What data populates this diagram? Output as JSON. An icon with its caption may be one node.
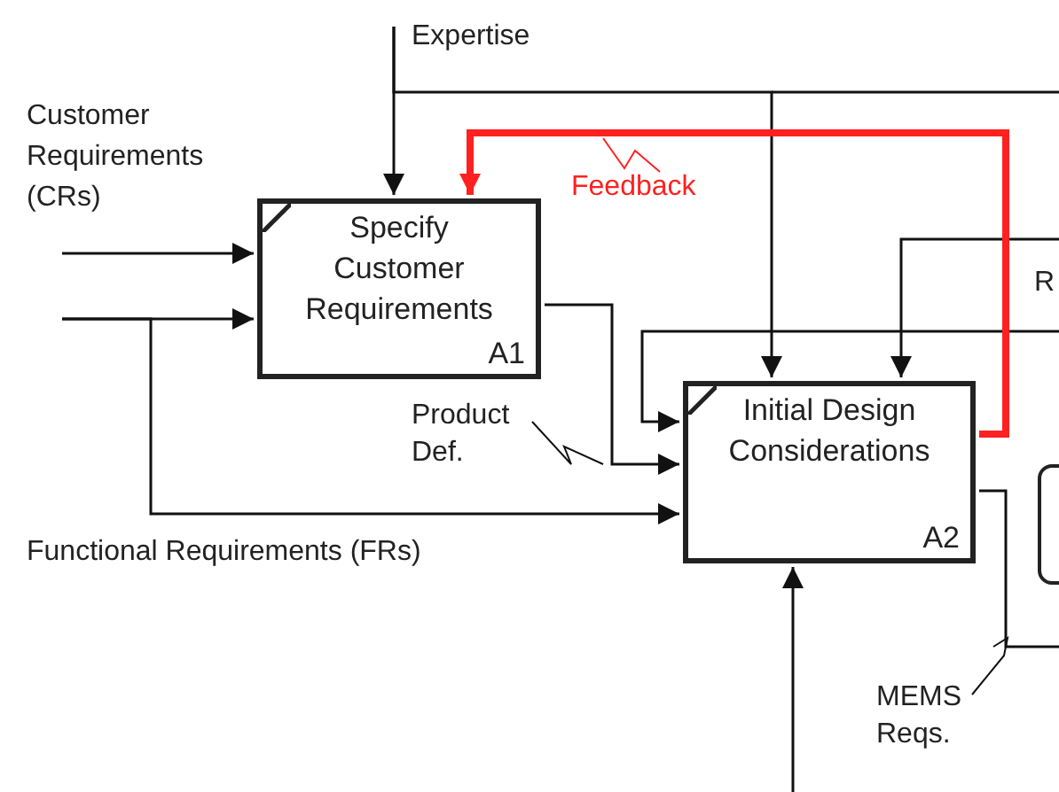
{
  "diagram": {
    "nodes": [
      {
        "text": [
          "Specify Customer Requirements",
          "A1"
        ]
      },
      {
        "text": [
          "Initial Design Considerations",
          "A2"
        ]
      },
      {
        "text": [],
        "shape": "box"
      }
    ],
    "edges": [
      {
        "from": null,
        "to": 0,
        "arrow": "to"
      },
      {
        "from": null,
        "to": 1,
        "arrow": "to"
      },
      {
        "from": null,
        "to": 0,
        "arrow": "to"
      },
      {
        "from": null,
        "to": 0,
        "arrow": "to"
      },
      {
        "from": null,
        "to": 1,
        "arrow": "to"
      },
      {
        "from": 0,
        "to": 1,
        "arrow": "to",
        "label": "Product Def."
      },
      {
        "from": null,
        "to": 1,
        "arrow": "to"
      },
      {
        "from": null,
        "to": 1,
        "arrow": "to"
      },
      {
        "from": 1,
        "to": 0,
        "arrow": "to",
        "label": "Feedback",
        "style": "thick",
        "color": "#ff2020"
      },
      {
        "from": null,
        "to": 1,
        "arrow": "to"
      },
      {
        "from": 1,
        "to": null,
        "arrow": "none",
        "label": "MEMS Reqs."
      }
    ],
    "labels": [
      "Expertise",
      "Customer Requirements (CRs)",
      "Functional Requirements (FRs)",
      "R"
    ]
  }
}
